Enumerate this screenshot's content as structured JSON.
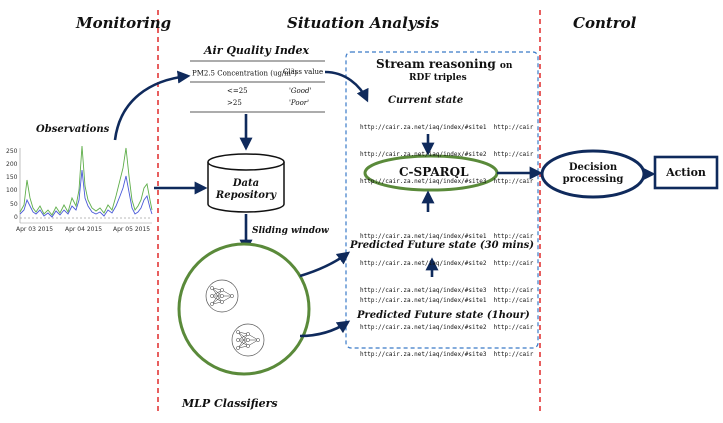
{
  "sections": {
    "monitoring": "Monitoring",
    "situation_analysis": "Situation Analysis",
    "control": "Control"
  },
  "observations": {
    "label": "Observations",
    "y_ticks": [
      "250",
      "200",
      "150",
      "100",
      "50",
      "0"
    ],
    "x_ticks": [
      "Apr 03 2015",
      "Apr 04 2015",
      "Apr 05 2015"
    ]
  },
  "aqi": {
    "title": "Air Quality Index",
    "col1_header": "PM2.5 Concentration (ug/m",
    "col1_sup": "3",
    "col1_close": ")",
    "col2_header": "Class value",
    "rows": [
      {
        "concentration": "<=25",
        "class": "'Good'"
      },
      {
        "concentration": ">25",
        "class": "'Poor'"
      }
    ]
  },
  "repository": {
    "line1": "Data",
    "line2": "Repository"
  },
  "sliding_window": "Sliding window",
  "mlp_label": "MLP Classifiers",
  "stream": {
    "title": "Stream reasoning",
    "title_on": "on",
    "subtitle": "RDF triples"
  },
  "current_state": {
    "label": "Current state",
    "triples": [
      "http://cair.za.net/iaq/index/#site1  http://cair",
      "http://cair.za.net/iaq/index/#site2  http://cair",
      "http://cair.za.net/iaq/index/#site3  http://cair"
    ]
  },
  "csparql": "C-SPARQL",
  "predicted_30": {
    "label": "Predicted Future state (30 mins)",
    "triples": [
      "http://cair.za.net/iaq/index/#site1  http://cair",
      "http://cair.za.net/iaq/index/#site2  http://cair",
      "http://cair.za.net/iaq/index/#site3  http://cair"
    ]
  },
  "predicted_1h": {
    "label": "Predicted Future state (1hour)",
    "triples": [
      "http://cair.za.net/iaq/index/#site1  http://cair",
      "http://cair.za.net/iaq/index/#site2  http://cair",
      "http://cair.za.net/iaq/index/#site3  http://cair"
    ]
  },
  "decision": {
    "line1": "Decision",
    "line2": "processing"
  },
  "action": "Action",
  "colors": {
    "navy": "#0f2a5c",
    "green": "#5a8a3a",
    "red_dash": "#e02a2a",
    "blue_dash": "#3a7ac8"
  }
}
